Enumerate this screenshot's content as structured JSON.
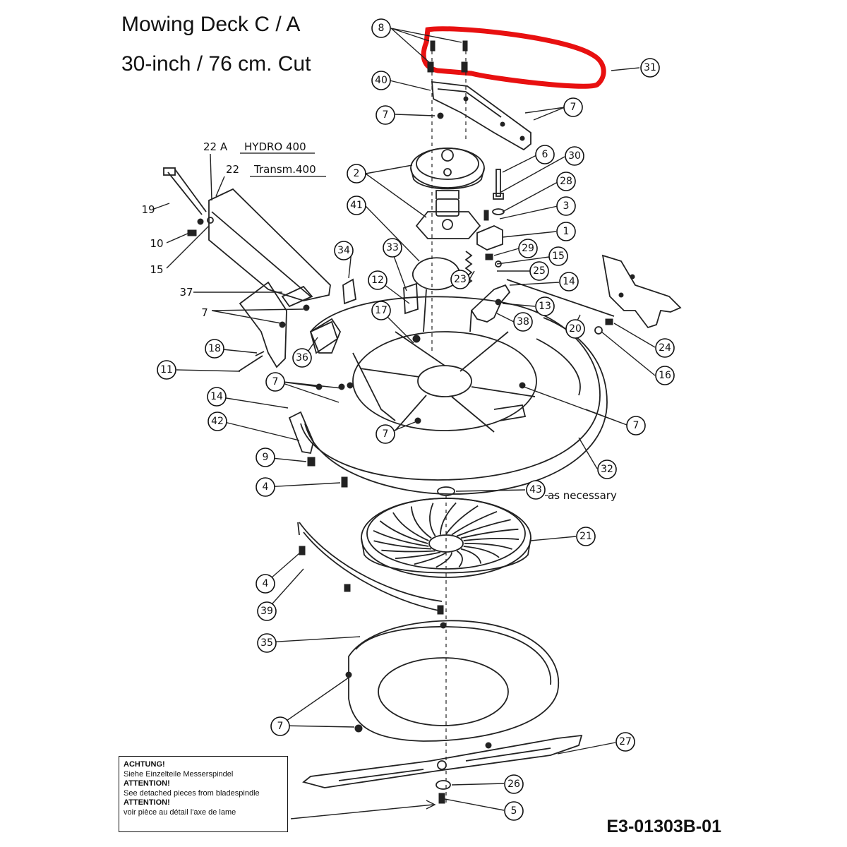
{
  "header": {
    "title_line1": "Mowing Deck  C / A",
    "title_line2": "30-inch / 76 cm. Cut"
  },
  "variants": [
    {
      "code": "22 A",
      "name": "HYDRO 400"
    },
    {
      "code": "22",
      "name": "Transm.400"
    }
  ],
  "annotations": {
    "as_necessary": "as necessary"
  },
  "callouts": [
    "8",
    "31",
    "40",
    "7",
    "7",
    "6",
    "30",
    "2",
    "28",
    "3",
    "41",
    "1",
    "29",
    "15",
    "25",
    "33",
    "34",
    "23",
    "14",
    "12",
    "13",
    "17",
    "38",
    "20",
    "24",
    "16",
    "36",
    "11",
    "18",
    "7",
    "14",
    "42",
    "9",
    "4",
    "7",
    "7",
    "32",
    "43",
    "21",
    "4",
    "39",
    "35",
    "7",
    "27",
    "26",
    "5",
    "19",
    "10",
    "15",
    "37",
    "7"
  ],
  "highlight": {
    "part": "31",
    "color": "#e81010"
  },
  "note": {
    "de_head": "ACHTUNG!",
    "de_text": "Siehe Einzelteile Messerspindel",
    "en_head": "ATTENTION!",
    "en_text": "See detached pieces from bladespindle",
    "fr_head": "ATTENTION!",
    "fr_text": "voir pièce au détail l'axe de lame"
  },
  "reference_code": "E3-01303B-01"
}
